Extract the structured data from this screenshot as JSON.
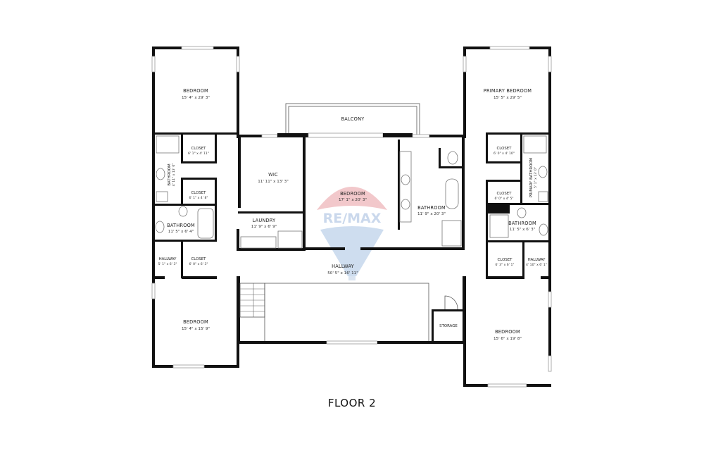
{
  "floor": {
    "title": "FLOOR 2"
  },
  "watermark": {
    "text": "RE/MAX",
    "colors": {
      "red": "#e8a0a6",
      "blue": "#9fbcdc",
      "text": "#b9cbe3"
    }
  },
  "rooms": {
    "bedroom_nw": {
      "name": "BEDROOM",
      "dims": "15' 4\" x 29' 3\""
    },
    "closet_nw1": {
      "name": "CLOSET",
      "dims": "6' 1\" x 4' 11\""
    },
    "bathroom_w_vert": {
      "name": "BATHROOM",
      "dims": "4' 11\" x 13' 0\""
    },
    "closet_nw2": {
      "name": "CLOSET",
      "dims": "6' 1\" x 4' 8\""
    },
    "bathroom_w": {
      "name": "BATHROOM",
      "dims": "11' 5\" x 6' 4\""
    },
    "hallway_w": {
      "name": "HALLWAY",
      "dims": "5' 1\" x 6' 3\""
    },
    "closet_w": {
      "name": "CLOSET",
      "dims": "6' 0\" x 6' 3\""
    },
    "bedroom_sw": {
      "name": "BEDROOM",
      "dims": "15' 4\" x 15' 9\""
    },
    "balcony": {
      "name": "BALCONY",
      "dims": ""
    },
    "wic": {
      "name": "WIC",
      "dims": "11' 11\" x 13' 3\""
    },
    "laundry": {
      "name": "LAUNDRY",
      "dims": "11' 9\" x 6' 9\""
    },
    "bedroom_c": {
      "name": "BEDROOM",
      "dims": "17' 1\" x 20' 3\""
    },
    "bathroom_c": {
      "name": "BATHROOM",
      "dims": "11' 9\" x 20' 3\""
    },
    "hallway_c": {
      "name": "HALLWAY",
      "dims": "50' 5\" x 16' 11\""
    },
    "storage": {
      "name": "STORAGE",
      "dims": ""
    },
    "primary_bedroom": {
      "name": "PRIMARY BEDROOM",
      "dims": "15' 5\" x 29' 5\""
    },
    "closet_ne1": {
      "name": "CLOSET",
      "dims": "6' 0\" x 4' 10\""
    },
    "primary_bathroom": {
      "name": "PRIMARY BATHROOM",
      "dims": "5' 1\" x 13' 0\""
    },
    "closet_ne2": {
      "name": "CLOSET",
      "dims": "6' 0\" x 4' 5\""
    },
    "bathroom_e": {
      "name": "BATHROOM",
      "dims": "11' 5\" x 6' 3\""
    },
    "closet_e": {
      "name": "CLOSET",
      "dims": "6' 3\" x 6' 1\""
    },
    "hallway_e": {
      "name": "HALLWAY",
      "dims": "4' 10\" x 6' 1\""
    },
    "bedroom_se": {
      "name": "BEDROOM",
      "dims": "15' 6\" x 19' 8\""
    }
  }
}
